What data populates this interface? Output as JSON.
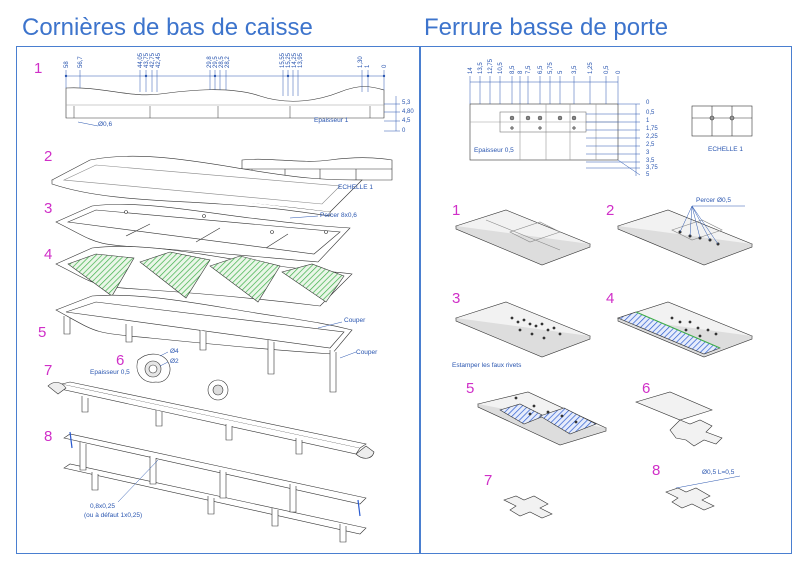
{
  "titles": {
    "left": "Cornières de bas de caisse",
    "right": "Ferrure basse de porte"
  },
  "left_steps": [
    "1",
    "2",
    "3",
    "4",
    "5",
    "6",
    "7",
    "8"
  ],
  "right_steps": [
    "1",
    "2",
    "3",
    "4",
    "5",
    "6",
    "7",
    "8"
  ],
  "left_dims_top": [
    "58",
    "56,7",
    "44,05",
    "43,75",
    "42,75",
    "42,45",
    "29,8",
    "29,5",
    "28,5",
    "28,2",
    "15,55",
    "15,25",
    "14,25",
    "13,95",
    "1,30",
    "1",
    "0"
  ],
  "left_dims_right": [
    "5,3",
    "4,80",
    "4,5",
    "0"
  ],
  "left_notes": {
    "diameter": "Ø0,6",
    "thickness": "Epaisseur 1",
    "scale": "ECHELLE 1",
    "drill": "Percer 8x0,6",
    "cut1": "Couper",
    "cut2": "Couper",
    "washer_thickness": "Epaisseur 0,5",
    "d4": "Ø4",
    "d2": "Ø2",
    "wire": "0,8x0,25",
    "wire_alt": "(ou à défaut 1x0,25)"
  },
  "right_dims_top": [
    "14",
    "13,5",
    "12,75",
    "10,5",
    "8,5",
    "8",
    "7,5",
    "6,5",
    "5,75",
    "5",
    "3,5",
    "1,25",
    "0,5",
    "0"
  ],
  "right_dims_right": [
    "0",
    "0,5",
    "1",
    "1,75",
    "2,25",
    "2,5",
    "3",
    "3,5",
    "3,75",
    "5"
  ],
  "right_notes": {
    "thickness": "Epaisseur 0,5",
    "scale": "ECHELLE 1",
    "drill": "Percer Ø0,5",
    "rivets": "Estamper les faux rivets",
    "wire": "Ø0,5 L=0,5"
  },
  "colors": {
    "accent": "#3d74cc",
    "step": "#d02fc8",
    "hatch": "#3fb04a",
    "blue_hatch": "#2a5bd0"
  }
}
